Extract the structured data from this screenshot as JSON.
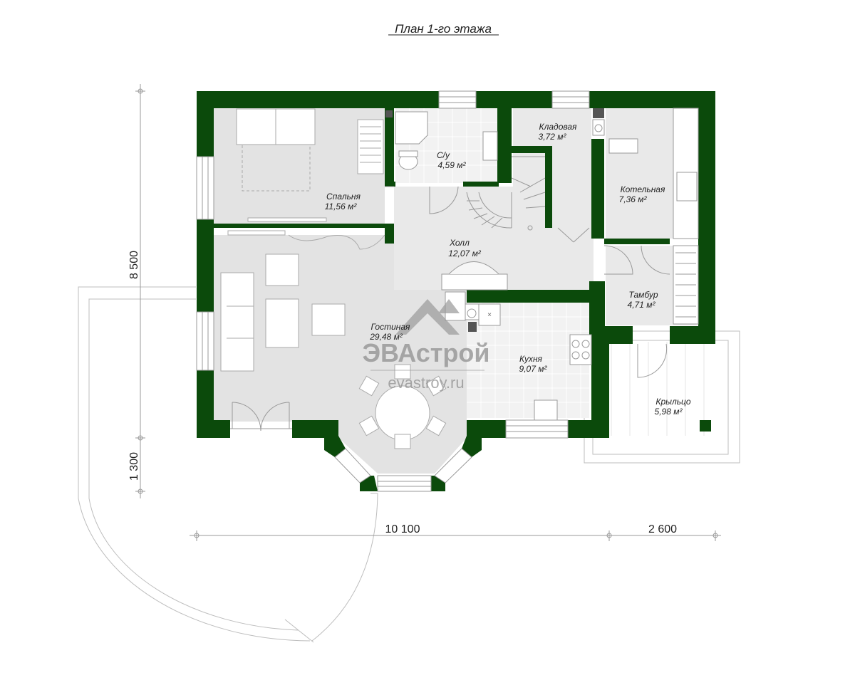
{
  "title": "План 1-го этажа",
  "rooms": [
    {
      "key": "bedroom",
      "name": "Спальня",
      "area": "11,56 м²"
    },
    {
      "key": "wc",
      "name": "С/у",
      "area": "4,59 м²"
    },
    {
      "key": "pantry",
      "name": "Кладовая",
      "area": "3,72 м²"
    },
    {
      "key": "boiler",
      "name": "Котельная",
      "area": "7,36 м²"
    },
    {
      "key": "hall",
      "name": "Холл",
      "area": "12,07 м²"
    },
    {
      "key": "vestibule",
      "name": "Тамбур",
      "area": "4,71 м²"
    },
    {
      "key": "living",
      "name": "Гостиная",
      "area": "29,48 м²"
    },
    {
      "key": "kitchen",
      "name": "Кухня",
      "area": "9,07 м²"
    },
    {
      "key": "porch",
      "name": "Крыльцо",
      "area": "5,98 м²"
    }
  ],
  "dimensions": {
    "height_main": "8 500",
    "height_bay": "1 300",
    "width_main": "10 100",
    "width_porch": "2 600"
  },
  "watermark": {
    "brand": "ЭВАстрой",
    "site": "evastroy.ru"
  },
  "colors": {
    "wall": "#0b4a0b",
    "floor": "#e6e6e6",
    "tile": "#ececec",
    "line": "#888888"
  }
}
